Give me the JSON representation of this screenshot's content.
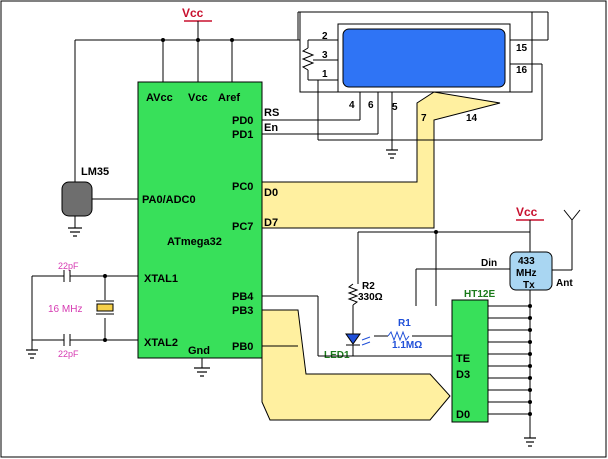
{
  "power": {
    "vcc_main": "Vcc",
    "vcc_right": "Vcc"
  },
  "mcu": {
    "name": "ATmega32",
    "pins": {
      "avcc": "AVcc",
      "vcc": "Vcc",
      "aref": "Aref",
      "pd0": "PD0",
      "pd1": "PD1",
      "pc0": "PC0",
      "pc7": "PC7",
      "pa0": "PA0/ADC0",
      "xtal1": "XTAL1",
      "xtal2": "XTAL2",
      "pb4": "PB4",
      "pb3": "PB3",
      "pb0": "PB0",
      "gnd": "Gnd"
    }
  },
  "sensor": {
    "name": "LM35"
  },
  "crystal": {
    "freq": "16 MHz",
    "cap_top": "22pF",
    "cap_bottom": "22pF"
  },
  "lcd": {
    "signal_rs": "RS",
    "signal_en": "En",
    "bus_d0": "D0",
    "bus_d7": "D7",
    "pins": {
      "p1": "1",
      "p2": "2",
      "p3": "3",
      "p4": "4",
      "p5": "5",
      "p6": "6",
      "p7": "7",
      "p14": "14",
      "p15": "15",
      "p16": "16"
    }
  },
  "resistors": {
    "r2_name": "R2",
    "r2_value": "330Ω",
    "r1_name": "R1",
    "r1_value": "1.1MΩ"
  },
  "led": {
    "name": "LED1"
  },
  "encoder": {
    "name": "HT12E",
    "te": "TE",
    "d3": "D3",
    "d0": "D0"
  },
  "transmitter": {
    "line1": "433",
    "line2": "MHz",
    "line3": "Tx",
    "din": "Din",
    "ant": "Ant"
  },
  "colors": {
    "mcu_fill": "#38e05a",
    "lcd_screen": "#2f74f5",
    "bus_fill": "#fff0a0",
    "tx_fill": "#a9d6f2",
    "vcc": "#c8102e",
    "cap_label": "#d63ab2",
    "r1_label": "#1f4fd8",
    "led_label": "#1a7a1a"
  }
}
